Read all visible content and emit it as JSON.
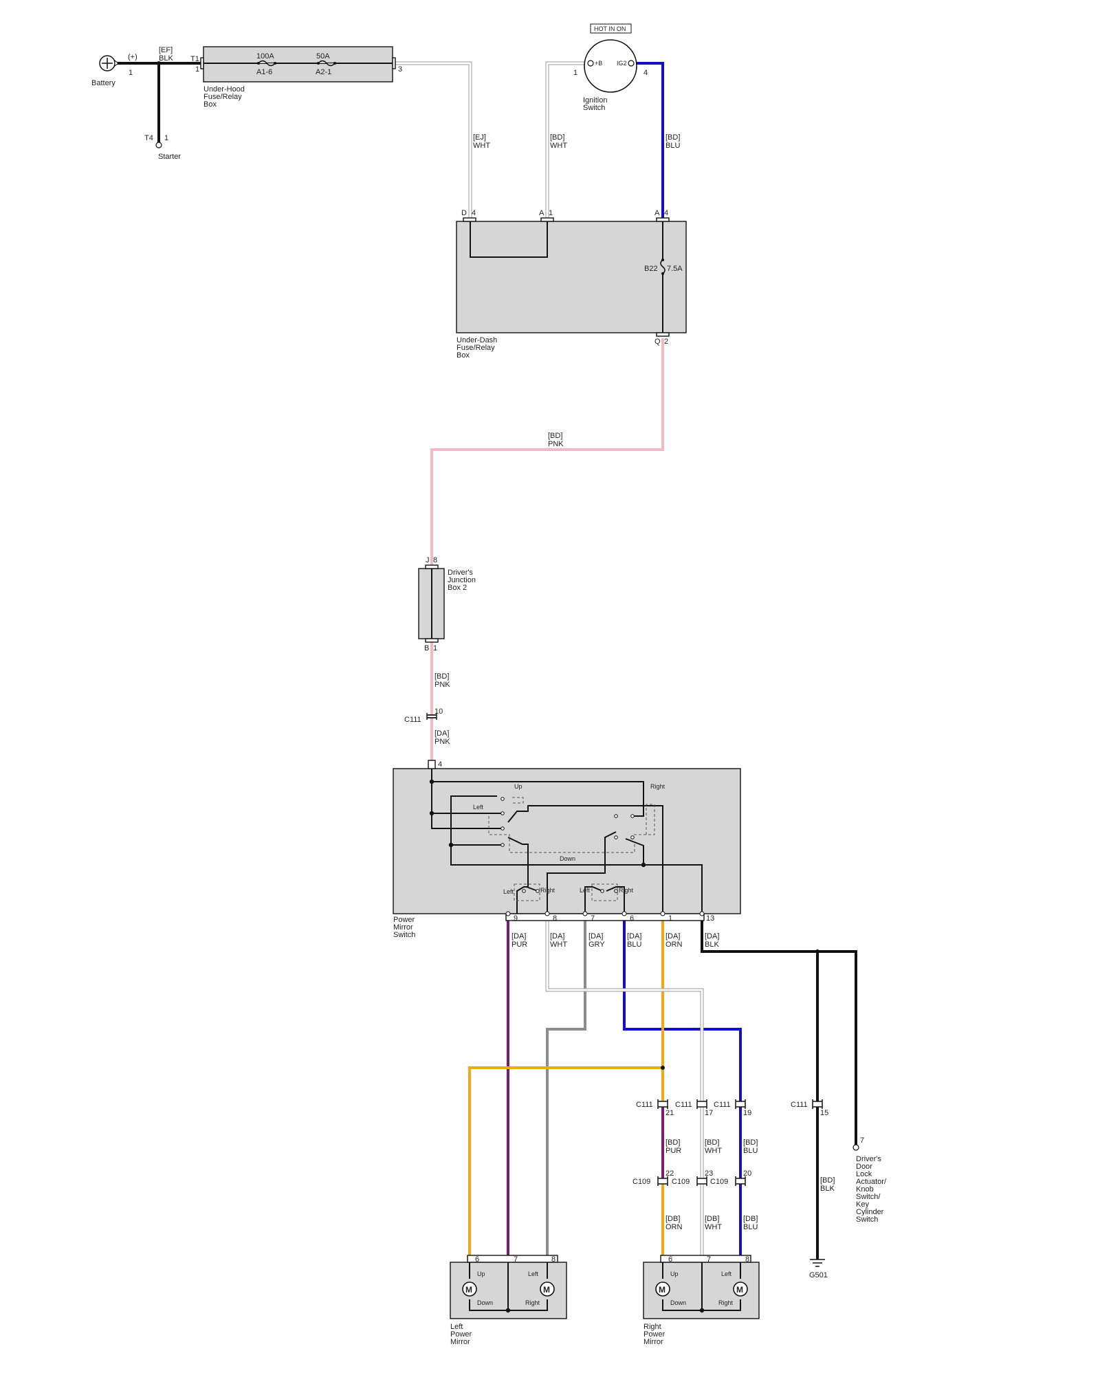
{
  "colors": {
    "blk": "#111111",
    "wht": "#ffffff",
    "blu": "#1010c8",
    "pnk": "#f4b8c4",
    "pur": "#7a1a7a",
    "gry": "#8c8c8c",
    "orn": "#f0a818",
    "box_fill": "#d6d6d6"
  },
  "top": {
    "battery": {
      "label": "Battery",
      "plus": "(+)",
      "pin": "1"
    },
    "ef_wire": {
      "harness": "[EF]",
      "color": "BLK"
    },
    "starter": {
      "label": "Starter",
      "conn": "T4",
      "pin": "1"
    },
    "underhood": {
      "line1": "Under-Hood",
      "line2": "Fuse/Relay",
      "line3": "Box",
      "conn_in": "T1",
      "pin_in": "1",
      "pin_out": "3",
      "fuse1_rating": "100A",
      "fuse1_id": "A1-6",
      "fuse2_rating": "50A",
      "fuse2_id": "A2-1"
    },
    "hot_in_on": "HOT IN ON",
    "ignition": {
      "line1": "Ignition",
      "line2": "Switch",
      "term_b": "+B",
      "term_ig2": "IG2",
      "pin_b": "1",
      "pin_ig2": "4"
    },
    "wire_ej": {
      "harness": "[EJ]",
      "color": "WHT"
    },
    "wire_bd_wht": {
      "harness": "[BD]",
      "color": "WHT"
    },
    "wire_bd_blu": {
      "harness": "[BD]",
      "color": "BLU"
    }
  },
  "underdash": {
    "line1": "Under-Dash",
    "line2": "Fuse/Relay",
    "line3": "Box",
    "conn_d": "D",
    "pin_d": "4",
    "conn_a1": "A",
    "pin_a1": "1",
    "conn_a4": "A",
    "pin_a4": "4",
    "fuse_id": "B22",
    "fuse_rating": "7.5A",
    "conn_q": "Q",
    "pin_q": "2",
    "wire_out": {
      "harness": "[BD]",
      "color": "PNK"
    }
  },
  "junction": {
    "line1": "Driver's",
    "line2": "Junction",
    "line3": "Box 2",
    "conn_top": "J",
    "pin_top": "8",
    "conn_bot": "B",
    "pin_bot": "1",
    "wire_out": {
      "harness": "[BD]",
      "color": "PNK"
    }
  },
  "c111_top": {
    "label": "C111",
    "pin": "10"
  },
  "wire_da_pnk": {
    "harness": "[DA]",
    "color": "PNK"
  },
  "switch": {
    "line1": "Power",
    "line2": "Mirror",
    "line3": "Switch",
    "pin_in": "4",
    "lbl_up": "Up",
    "lbl_right_top": "Right",
    "lbl_left_top": "Left",
    "lbl_down": "Down",
    "lbl_left1": "Left",
    "lbl_right1": "Right",
    "lbl_left2": "Left",
    "lbl_right2": "Right",
    "pins": [
      "9",
      "8",
      "7",
      "6",
      "1",
      "13"
    ],
    "wires": [
      {
        "harness": "[DA]",
        "color": "PUR"
      },
      {
        "harness": "[DA]",
        "color": "WHT"
      },
      {
        "harness": "[DA]",
        "color": "GRY"
      },
      {
        "harness": "[DA]",
        "color": "BLU"
      },
      {
        "harness": "[DA]",
        "color": "ORN"
      },
      {
        "harness": "[DA]",
        "color": "BLK"
      }
    ]
  },
  "mid_connectors": {
    "c111": [
      {
        "label": "C111",
        "pin": "21"
      },
      {
        "label": "C111",
        "pin": "17"
      },
      {
        "label": "C111",
        "pin": "19"
      },
      {
        "label": "C111",
        "pin": "15"
      }
    ],
    "bd_wires": [
      {
        "harness": "[BD]",
        "color": "PUR"
      },
      {
        "harness": "[BD]",
        "color": "WHT"
      },
      {
        "harness": "[BD]",
        "color": "BLU"
      },
      {
        "harness": "[BD]",
        "color": "BLK"
      }
    ],
    "c109": [
      {
        "label": "C109",
        "pin": "22"
      },
      {
        "label": "C109",
        "pin": "23"
      },
      {
        "label": "C109",
        "pin": "20"
      }
    ],
    "db_wires": [
      {
        "harness": "[DB]",
        "color": "ORN"
      },
      {
        "harness": "[DB]",
        "color": "WHT"
      },
      {
        "harness": "[DB]",
        "color": "BLU"
      }
    ]
  },
  "door_lock": {
    "pin": "7",
    "lines": [
      "Driver's",
      "Door",
      "Lock",
      "Actuator/",
      "Knob",
      "Switch/",
      "Key",
      "Cylinder",
      "Switch"
    ]
  },
  "ground": {
    "label": "G501"
  },
  "left_mirror": {
    "line1": "Left",
    "line2": "Power",
    "line3": "Mirror",
    "pins": [
      "6",
      "7",
      "8"
    ],
    "lbl_up": "Up",
    "lbl_down": "Down",
    "lbl_left": "Left",
    "lbl_right": "Right",
    "motor": "M"
  },
  "right_mirror": {
    "line1": "Right",
    "line2": "Power",
    "line3": "Mirror",
    "pins": [
      "6",
      "7",
      "8"
    ],
    "lbl_up": "Up",
    "lbl_down": "Down",
    "lbl_left": "Left",
    "lbl_right": "Right",
    "motor": "M"
  }
}
